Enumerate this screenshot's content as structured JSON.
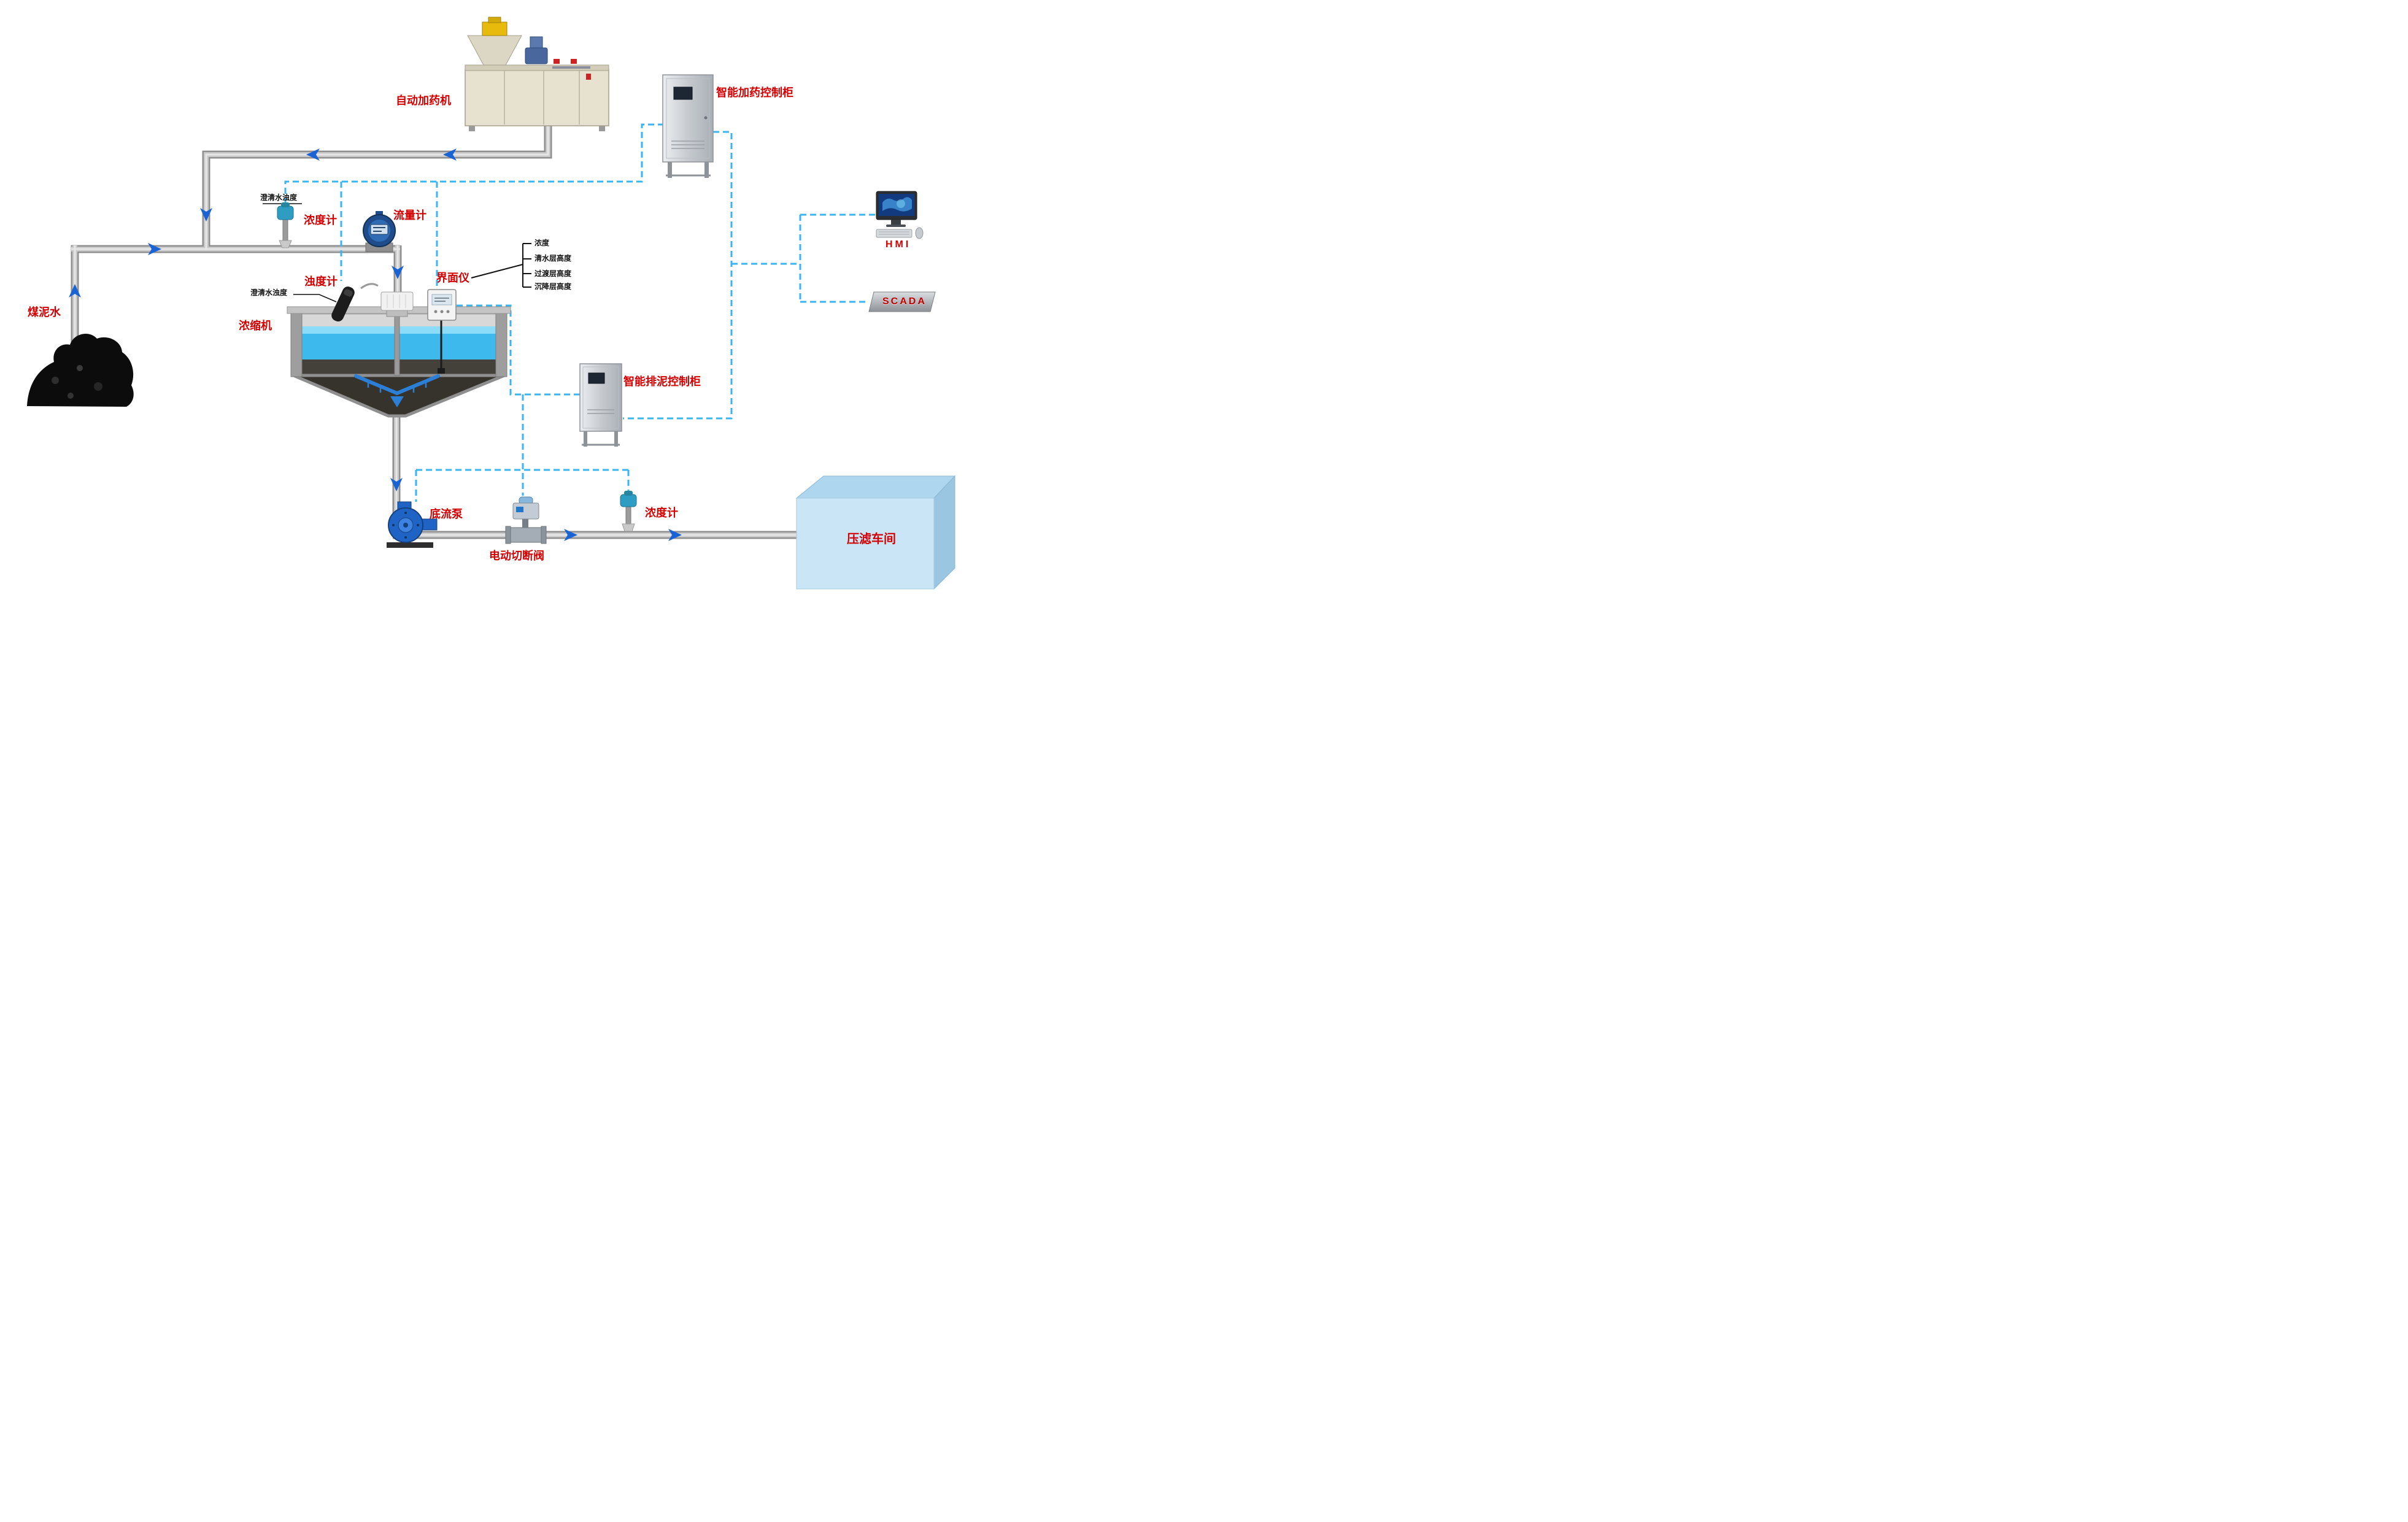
{
  "diagram": {
    "labels": {
      "dosing_machine": "自动加药机",
      "dosing_cabinet": "智能加药控制柜",
      "hmi": "HMI",
      "scada": "SCADA",
      "coal_slurry_water": "煤泥水",
      "clarified_water_turbidity_top": "澄清水浊度",
      "density_meter_top": "浓度计",
      "flow_meter": "流量计",
      "turbidity_meter": "浊度计",
      "clarified_water_turbidity_side": "澄清水浊度",
      "thickener": "浓缩机",
      "interface_meter": "界面仪",
      "interface_params": [
        "浓度",
        "清水层高度",
        "过渡层高度",
        "沉降层高度"
      ],
      "mud_discharge_cabinet": "智能排泥控制柜",
      "underflow_pump": "底流泵",
      "electric_shutoff_valve": "电动切断阀",
      "density_meter_bottom": "浓度计",
      "filter_press_workshop": "压滤车间"
    },
    "colors": {
      "label_red": "#d40000",
      "signal_line_blue": "#3ab5f2",
      "flow_arrow_blue": "#1a63d4",
      "pipe_gray": "#c9c9c9",
      "water_blue": "#3eb9ee",
      "workshop_blue": "#c9e5f6"
    }
  }
}
